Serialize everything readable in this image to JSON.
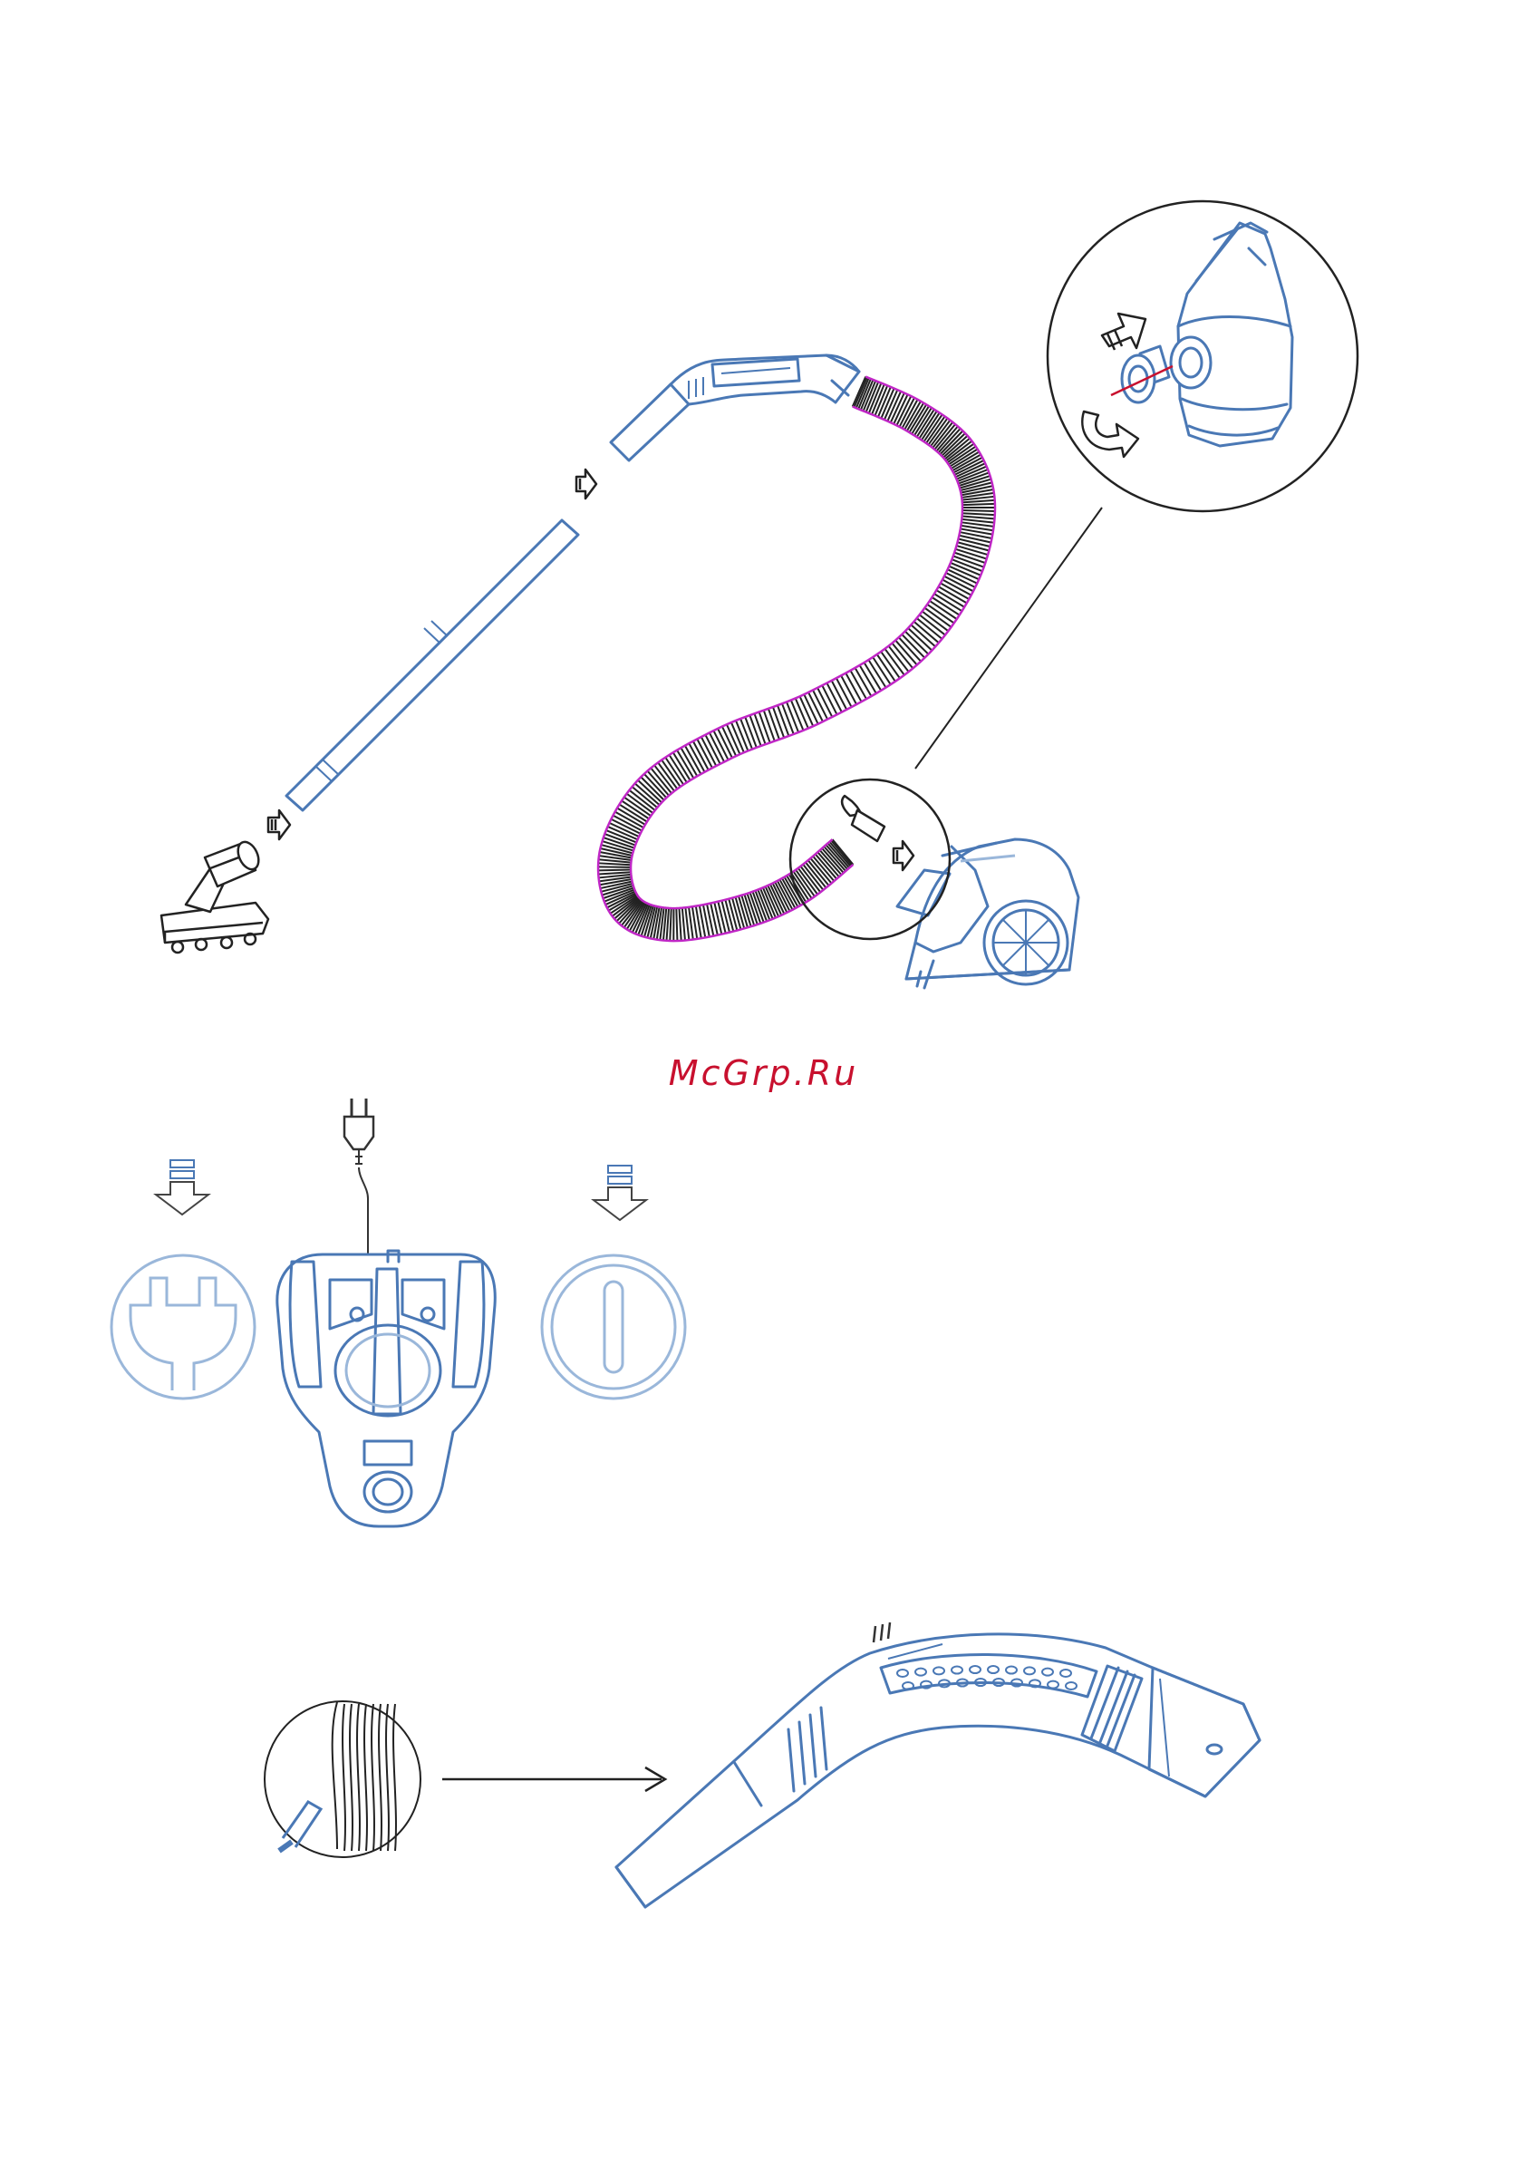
{
  "watermark": {
    "text": "McGrp.Ru"
  },
  "footer": {
    "text": ""
  },
  "colors": {
    "line_blue": "#4a78b5",
    "light_blue": "#9ab7da",
    "hose_stripe": "#c026c6",
    "watermark_red": "#c8102e",
    "ink": "#222222"
  },
  "figures": [
    {
      "id": "assembly",
      "icon": "vacuum-assembly-diagram"
    },
    {
      "id": "power",
      "icon": "power-controls-diagram"
    },
    {
      "id": "handle",
      "icon": "hose-handle-diagram"
    }
  ]
}
